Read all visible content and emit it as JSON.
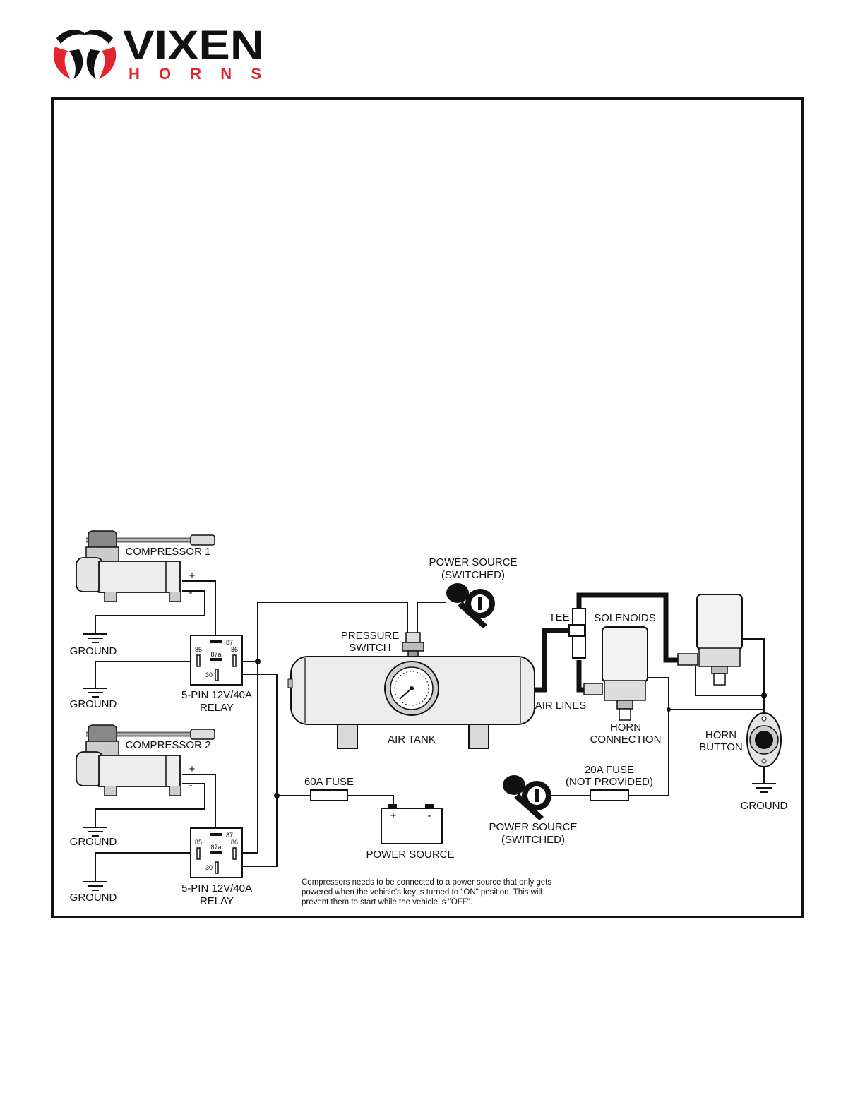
{
  "brand": {
    "name": "VIXEN",
    "subname": "HORNS",
    "primary_color": "#111111",
    "accent_color": "#e4242a"
  },
  "labels": {
    "compressor1": "COMPRESSOR 1",
    "compressor2": "COMPRESSOR 2",
    "ground": "GROUND",
    "relay_line1": "5-PIN 12V/40A",
    "relay_line2": "RELAY",
    "pressure_switch_line1": "PRESSURE",
    "pressure_switch_line2": "SWITCH",
    "power_switched_line1": "POWER SOURCE",
    "power_switched_line2": "(SWITCHED)",
    "air_tank": "AIR TANK",
    "tee": "TEE",
    "solenoids": "SOLENOIDS",
    "air_lines": "AIR LINES",
    "horn_connection_line1": "HORN",
    "horn_connection_line2": "CONNECTION",
    "horn_button_line1": "HORN",
    "horn_button_line2": "BUTTON",
    "fuse60": "60A FUSE",
    "fuse20_line1": "20A FUSE",
    "fuse20_line2": "(NOT PROVIDED)",
    "power_source": "POWER SOURCE",
    "plus": "+",
    "minus": "-",
    "pin_87": "87",
    "pin_87a": "87a",
    "pin_85": "85",
    "pin_86": "86",
    "pin_30": "30"
  },
  "note": {
    "line1": "Compressors needs to be connected to a power source that only gets",
    "line2": "powered when the vehicle's key is turned to \"ON\" position. This will",
    "line3": "prevent them to start while the vehicle is \"OFF\"."
  },
  "icons": [
    "compressor-icon",
    "relay-icon",
    "ground-icon",
    "key-icon",
    "air-tank-icon",
    "pressure-gauge-icon",
    "solenoid-icon",
    "horn-button-icon",
    "battery-icon",
    "fuse-icon"
  ]
}
